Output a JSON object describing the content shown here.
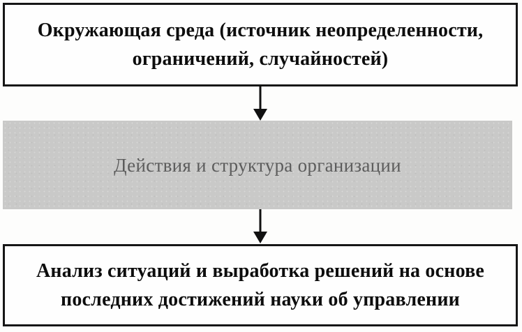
{
  "diagram": {
    "kind": "flowchart",
    "language": "ru",
    "boxes": [
      {
        "id": "environment",
        "style": "outlined",
        "text": "Окружающая среда (источник неопределенности, ограничений, случайностей)",
        "lines": [
          "Окружающая среда (источник неопределенности,",
          "ограничений, случайностей)"
        ]
      },
      {
        "id": "actions-structure",
        "style": "shaded",
        "text": "Действия и структура организации",
        "lines": [
          "Действия и структура организации"
        ]
      },
      {
        "id": "analysis",
        "style": "outlined",
        "text": "Анализ ситуаций и выработка решений на основе последних достижений науки об управлении",
        "lines": [
          "Анализ ситуаций и выработка решений на основе",
          "последних достижений науки об управлении"
        ]
      }
    ],
    "connectors": [
      {
        "id": "env-to-actions",
        "direction": "down",
        "from": "environment",
        "to": "actions-structure"
      },
      {
        "id": "actions-to-analysis",
        "direction": "down",
        "from": "actions-structure",
        "to": "analysis"
      }
    ],
    "colors": {
      "page_background": "#fdfdfc",
      "box_border": "#161616",
      "box_text": "#0d0d0d",
      "shaded_box_background": "#c9c9c8",
      "shaded_box_text": "#5c5c5c",
      "arrow": "#111111"
    }
  }
}
